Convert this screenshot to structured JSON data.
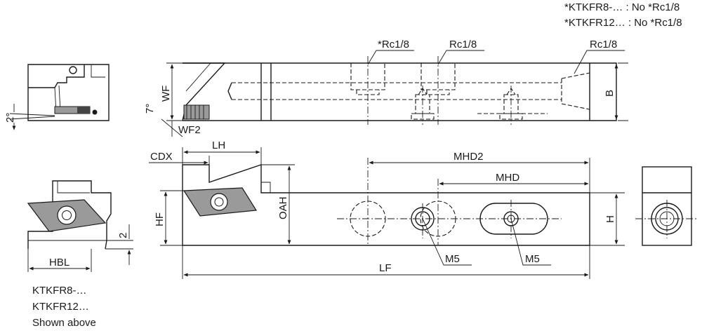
{
  "notes": {
    "top_right_line1": "*KTKFR8-… : No *Rc1/8",
    "top_right_line2": "*KTKFR12… : No *Rc1/8",
    "bottom_left_line1": "KTKFR8-…",
    "bottom_left_line2": "KTKFR12…",
    "bottom_left_line3": "Shown above"
  },
  "dimensions": {
    "angle_2": "2°",
    "angle_7": "7°",
    "wf": "WF",
    "wf2": "WF2",
    "b": "B",
    "cdx": "CDX",
    "lh": "LH",
    "mhd2": "MHD2",
    "mhd": "MHD",
    "hf": "HF",
    "oah": "OAH",
    "h": "H",
    "lf": "LF",
    "hbl": "HBL",
    "two": "2"
  },
  "callouts": {
    "rc_star_1": "*Rc1/8",
    "rc_2": "Rc1/8",
    "rc_3": "Rc1/8",
    "m5_1": "M5",
    "m5_2": "M5"
  },
  "colors": {
    "line": "#1a1a1a",
    "insert_fill": "#9a9a9a",
    "insert_dark": "#444444",
    "background": "#ffffff"
  }
}
